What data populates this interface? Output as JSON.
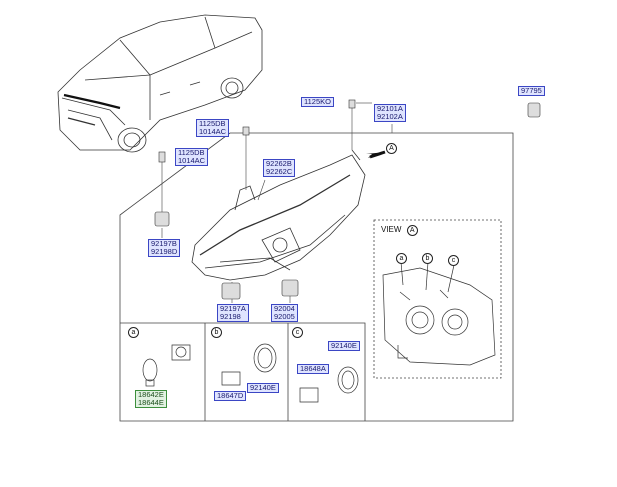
{
  "labels": {
    "p97795": "97795",
    "p1125KO": "1125KO",
    "p92101A": "92101A",
    "p92102A": "92102A",
    "p1125DB_1": "1125DB",
    "p1014AC_1": "1014AC",
    "p1125DB_2": "1125DB",
    "p1014AC_2": "1014AC",
    "p92262B": "92262B",
    "p92262C": "92262C",
    "p92197B": "92197B",
    "p92198D": "92198D",
    "p92197A": "92197A",
    "p92198": "92198",
    "p92004": "92004",
    "p92005": "92005",
    "p18642E": "18642E",
    "p18644E": "18644E",
    "p92140E_b": "92140E",
    "p18647D": "18647D",
    "p92140E_c": "92140E",
    "p18648A": "18648A"
  },
  "view": {
    "title": "VIEW",
    "ref": "A"
  },
  "arrow_ref": "A",
  "tags": {
    "a": "a",
    "b": "b",
    "c": "c"
  }
}
